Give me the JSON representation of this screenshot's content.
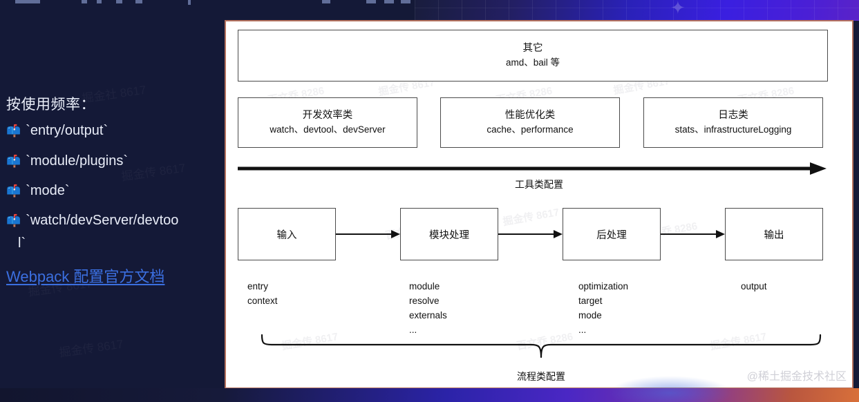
{
  "left_panel": {
    "heading": "按使用频率：",
    "items": [
      {
        "icon": "mailbox-icon",
        "glyph": "📫",
        "text": "`entry/output`"
      },
      {
        "icon": "mailbox-icon",
        "glyph": "📫",
        "text": "`module/plugins`"
      },
      {
        "icon": "mailbox-icon",
        "glyph": "📫",
        "text": "`mode`"
      },
      {
        "icon": "mailbox-icon",
        "glyph": "📫",
        "text": "`watch/devServer/devtoo"
      }
    ],
    "item_3_wrap": "l`",
    "doc_link": "Webpack 配置官方文档",
    "link_color": "#3b6fe0",
    "background_color": "#141937"
  },
  "slide": {
    "border_color": "#b5725e",
    "background_color": "#ffffff",
    "watermark": "@稀土掘金技术社区",
    "other_box": {
      "title": "其它",
      "subtitle": "amd、bail 等"
    },
    "category_boxes": [
      {
        "title": "开发效率类",
        "subtitle": "watch、devtool、devServer"
      },
      {
        "title": "性能优化类",
        "subtitle": "cache、performance"
      },
      {
        "title": "日志类",
        "subtitle": "stats、infrastructureLogging"
      }
    ],
    "tool_arrow_label": "工具类配置",
    "flow_boxes": [
      {
        "label": "输入"
      },
      {
        "label": "模块处理"
      },
      {
        "label": "后处理"
      },
      {
        "label": "输出"
      }
    ],
    "flow_labels": [
      "entry\ncontext",
      "module\nresolve\nexternals\n...",
      "optimization\ntarget\nmode\n...",
      "output"
    ],
    "brace_label": "流程类配置"
  },
  "decor": {
    "page_watermarks": [
      "掘金社 8617",
      "掘金传 8617",
      "掘金传 8617",
      "掘金传 8617"
    ],
    "slide_watermarks": [
      "百文乔 8286",
      "掘金传 8617",
      "百文乔 8286",
      "掘金传 8617",
      "百文乔 8286",
      "掘金传 8617",
      "百文乔 8286",
      "掘金传 8617",
      "百文乔 8286",
      "掘金传 8617",
      "百文乔 8286",
      "掘金传 8617"
    ]
  }
}
